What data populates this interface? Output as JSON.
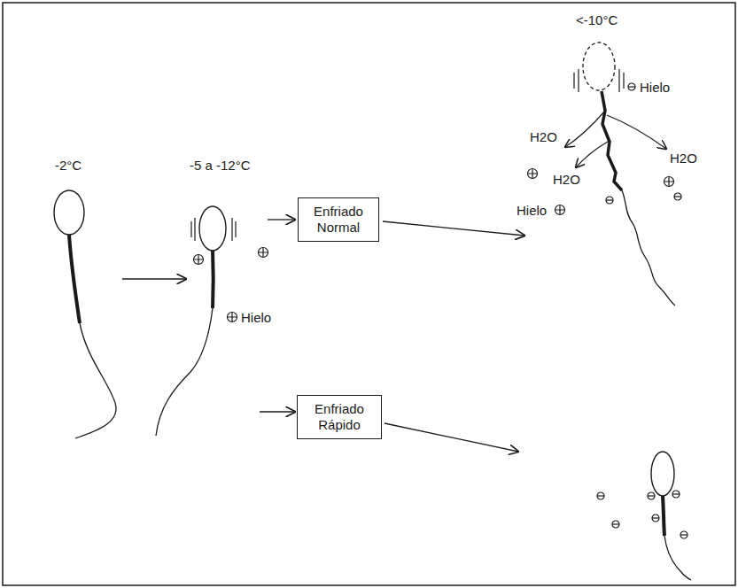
{
  "diagram": {
    "nodes": [
      {
        "text": [
          "Enfriado Normal"
        ]
      },
      {
        "text": [
          "Enfriado Rápido"
        ]
      }
    ],
    "labels": [
      "-2°C",
      "-5 a -12°C",
      "<-10°C",
      "Hielo",
      "H2O",
      "H2O",
      "H2O",
      "Hielo",
      "Hielo"
    ]
  }
}
